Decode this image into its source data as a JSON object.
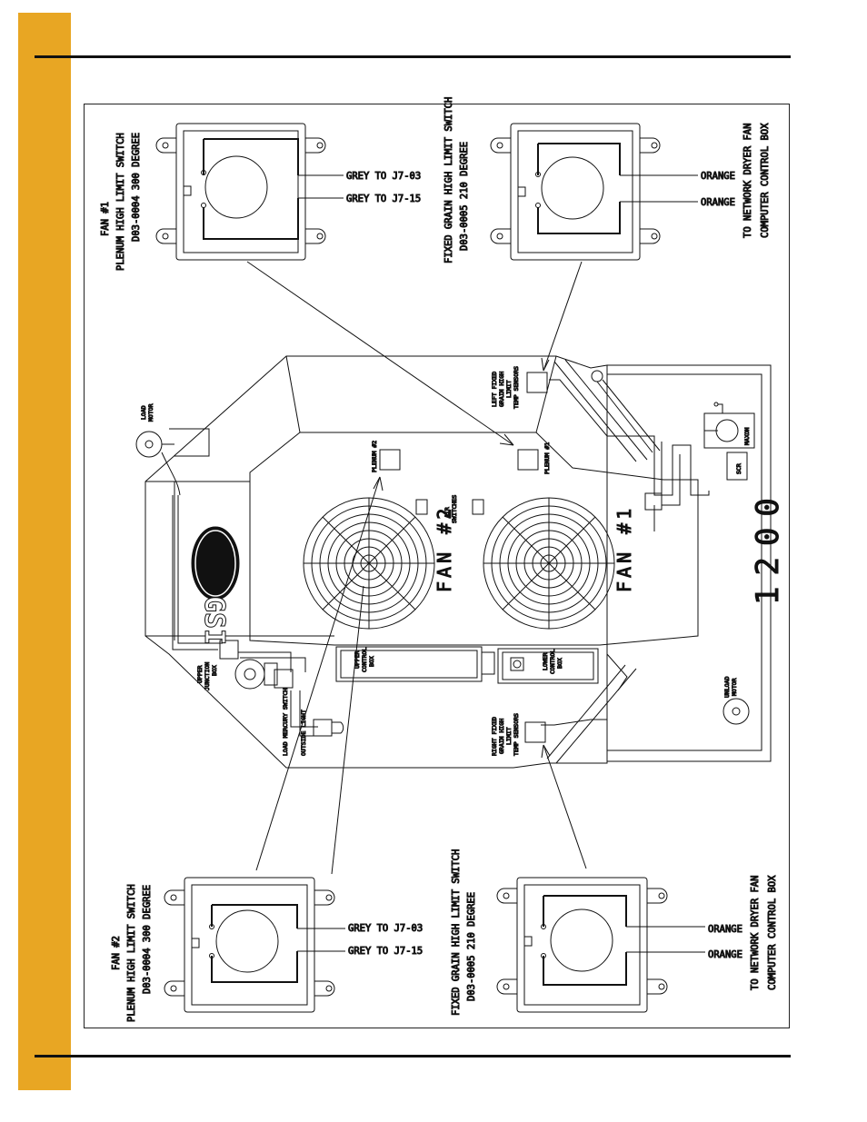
{
  "page": {
    "accent_color": "#e8a623"
  },
  "switches": {
    "fan1_plenum": {
      "title_1": "FAN #1",
      "title_2": "PLENUM HIGH LIMIT SWITCH",
      "title_3": "D03-0004  300 DEGREE",
      "wire_1": "GREY TO J7-03",
      "wire_2": "GREY TO J7-15"
    },
    "left_fixed_grain": {
      "title_1": "FIXED GRAIN HIGH LIMIT SWITCH",
      "title_2": "D03-0005  210 DEGREE",
      "wire_1": "ORANGE",
      "wire_2": "ORANGE",
      "note_1": "TO NETWORK DRYER FAN",
      "note_2": "COMPUTER CONTROL BOX"
    },
    "fan2_plenum": {
      "title_1": "FAN #2",
      "title_2": "PLENUM HIGH LIMIT SWITCH",
      "title_3": "D03-0004  300 DEGREE",
      "wire_1": "GREY TO J7-03",
      "wire_2": "GREY TO J7-15"
    },
    "right_fixed_grain": {
      "title_1": "FIXED GRAIN HIGH LIMIT SWITCH",
      "title_2": "D03-0005  210 DEGREE",
      "wire_1": "ORANGE",
      "wire_2": "ORANGE",
      "note_1": "TO NETWORK DRYER FAN",
      "note_2": "COMPUTER CONTROL BOX"
    }
  },
  "dryer": {
    "logo": "GSI",
    "model": "1200",
    "fan1": "FAN #1",
    "fan2": "FAN #2",
    "load_motor_1": "LOAD",
    "load_motor_2": "MOTOR",
    "unload_motor_1": "UNLOAD",
    "unload_motor_2": "MOTOR",
    "plenum1": "PLENUM #1",
    "plenum2": "PLENUM #2",
    "air_switches_1": "AIR",
    "air_switches_2": "SWITCHES",
    "left_sensor_1": "LEFT FIXED",
    "left_sensor_2": "GRAIN HIGH",
    "left_sensor_3": "LIMIT",
    "left_sensor_4": "TEMP SENSORS",
    "right_sensor_1": "RIGHT FIXED",
    "right_sensor_2": "GRAIN HIGH",
    "right_sensor_3": "LIMIT",
    "right_sensor_4": "TEMP SENSORS",
    "upper_junction_1": "UPPER",
    "upper_junction_2": "JUNCTION",
    "upper_junction_3": "BOX",
    "upper_control_1": "UPPER",
    "upper_control_2": "CONTROL",
    "upper_control_3": "BOX",
    "lower_control_1": "LOWER",
    "lower_control_2": "CONTROL",
    "lower_control_3": "BOX",
    "load_mercury_switch": "LOAD MERCURY SWITCH",
    "outside_light": "OUTSIDE LIGHT",
    "maxon": "MAXON",
    "scr": "SCR"
  }
}
